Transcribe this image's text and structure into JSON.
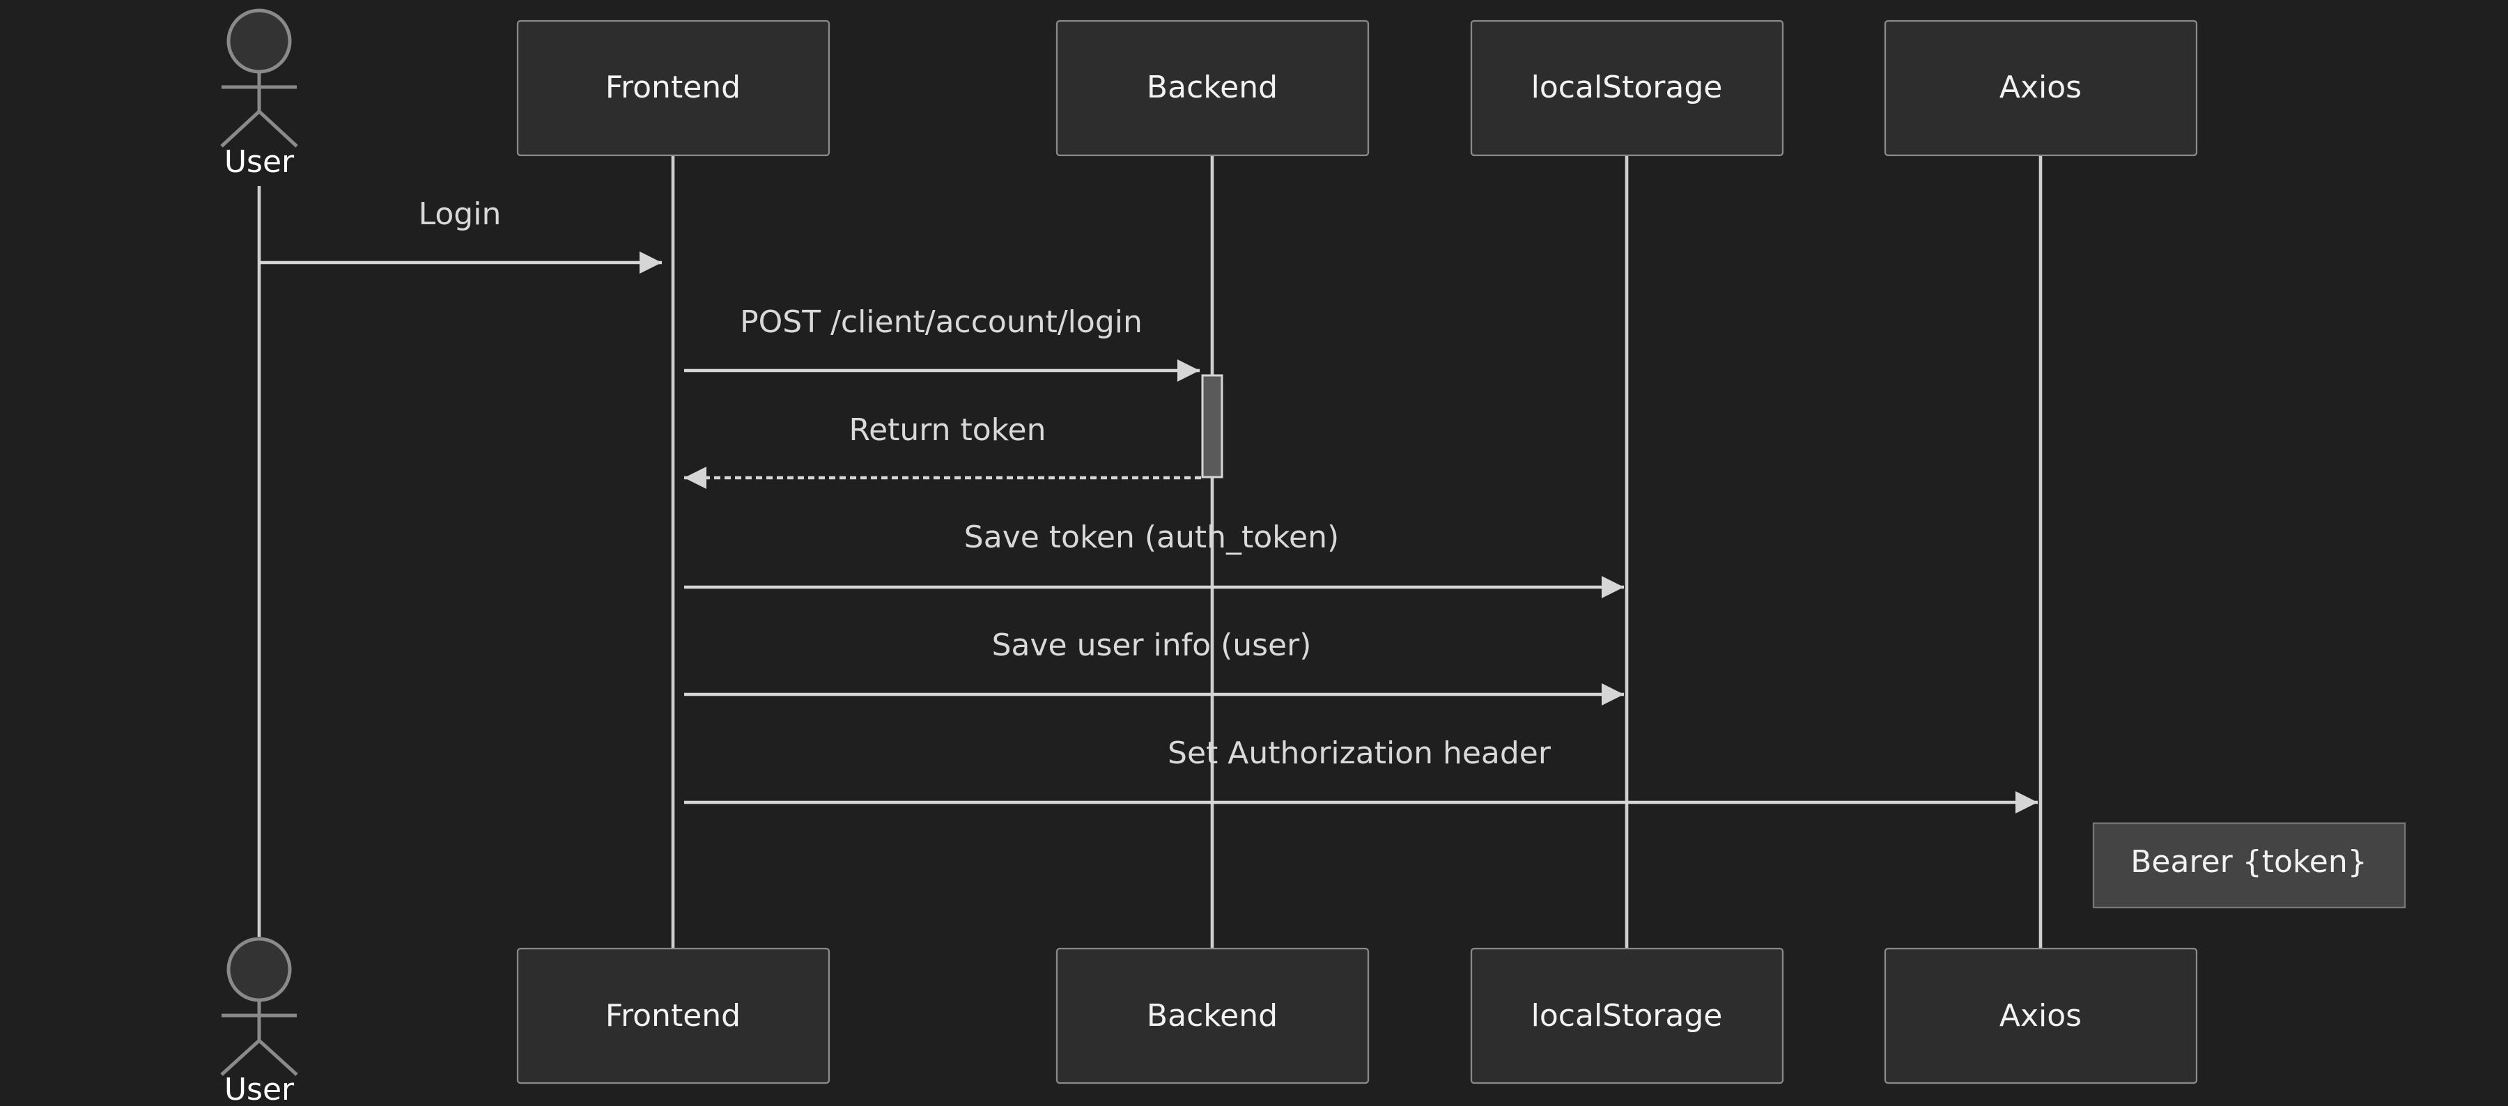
{
  "diagram": {
    "type": "sequence",
    "actor": {
      "id": "user",
      "label": "User"
    },
    "participants": [
      {
        "id": "frontend",
        "label": "Frontend"
      },
      {
        "id": "backend",
        "label": "Backend"
      },
      {
        "id": "localstorage",
        "label": "localStorage"
      },
      {
        "id": "axios",
        "label": "Axios"
      }
    ],
    "messages": [
      {
        "from": "user",
        "to": "frontend",
        "label": "Login",
        "style": "solid"
      },
      {
        "from": "frontend",
        "to": "backend",
        "label": "POST /client/account/login",
        "style": "solid"
      },
      {
        "from": "backend",
        "to": "frontend",
        "label": "Return token",
        "style": "dashed"
      },
      {
        "from": "frontend",
        "to": "localstorage",
        "label": "Save token (auth_token)",
        "style": "solid"
      },
      {
        "from": "frontend",
        "to": "localstorage",
        "label": "Save user info (user)",
        "style": "solid"
      },
      {
        "from": "frontend",
        "to": "axios",
        "label": "Set Authorization header",
        "style": "solid"
      }
    ],
    "note": {
      "over": "axios",
      "position": "right",
      "text": "Bearer {token}"
    },
    "colors": {
      "background": "#1f1f1f",
      "box_fill": "#2d2d2d",
      "box_border": "#8a8a8a",
      "line": "#d6d6d6",
      "note_fill": "#444444"
    }
  }
}
